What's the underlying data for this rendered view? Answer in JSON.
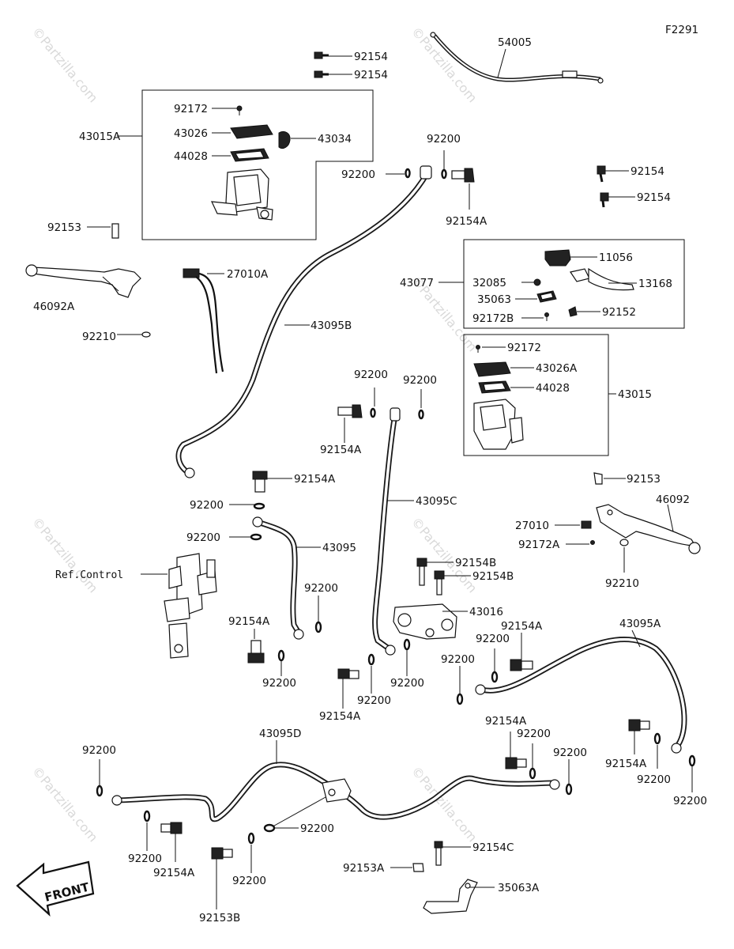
{
  "figure_code": "F2291",
  "watermark": "©Partzilla.com",
  "front_label": "FRONT",
  "ref_control": "Ref.Control",
  "labels": {
    "p54005": "54005",
    "p92154_top1": "92154",
    "p92154_top2": "92154",
    "p43015A": "43015A",
    "p92172_top": "92172",
    "p43026": "43026",
    "p43034": "43034",
    "p44028_top": "44028",
    "p92200_a": "92200",
    "p92200_b": "92200",
    "p92154A_a": "92154A",
    "p92154_r1": "92154",
    "p92154_r2": "92154",
    "p92153_l": "92153",
    "p27010A": "27010A",
    "p46092A": "46092A",
    "p92210_l": "92210",
    "p43095B": "43095B",
    "p43077": "43077",
    "p11056": "11056",
    "p32085": "32085",
    "p13168": "13168",
    "p35063": "35063",
    "p92172B": "92172B",
    "p92152": "92152",
    "p92172_b": "92172",
    "p43026A": "43026A",
    "p44028_b": "44028",
    "p43015": "43015",
    "p92200_c": "92200",
    "p92200_d": "92200",
    "p92154A_b": "92154A",
    "p92154A_c": "92154A",
    "p92200_e": "92200",
    "p92200_f": "92200",
    "p43095": "43095",
    "p43095C": "43095C",
    "p92153_r": "92153",
    "p46092": "46092",
    "p27010": "27010",
    "p92172A": "92172A",
    "p92210_r": "92210",
    "p92154B_1": "92154B",
    "p92154B_2": "92154B",
    "p43016": "43016",
    "p92200_g": "92200",
    "p92154A_d": "92154A",
    "p92200_h": "92200",
    "p43095A": "43095A",
    "p92200_i": "92200",
    "p92154A_e": "92154A",
    "p92200_j": "92200",
    "p92200_k": "92200",
    "p92200_l": "92200",
    "p92154A_f": "92154A",
    "p43095D": "43095D",
    "p92200_m": "92200",
    "p92154A_g": "92154A",
    "p92200_n": "92200",
    "p92200_o": "92200",
    "p92200_p": "92200",
    "p92154A_h": "92154A",
    "p92200_q": "92200",
    "p92200_r": "92200",
    "p92200_s": "92200",
    "p92154A_i": "92154A",
    "p92200_t": "92200",
    "p92153B": "92153B",
    "p92200_u": "92200",
    "p92153A": "92153A",
    "p92154C": "92154C",
    "p35063A": "35063A"
  }
}
